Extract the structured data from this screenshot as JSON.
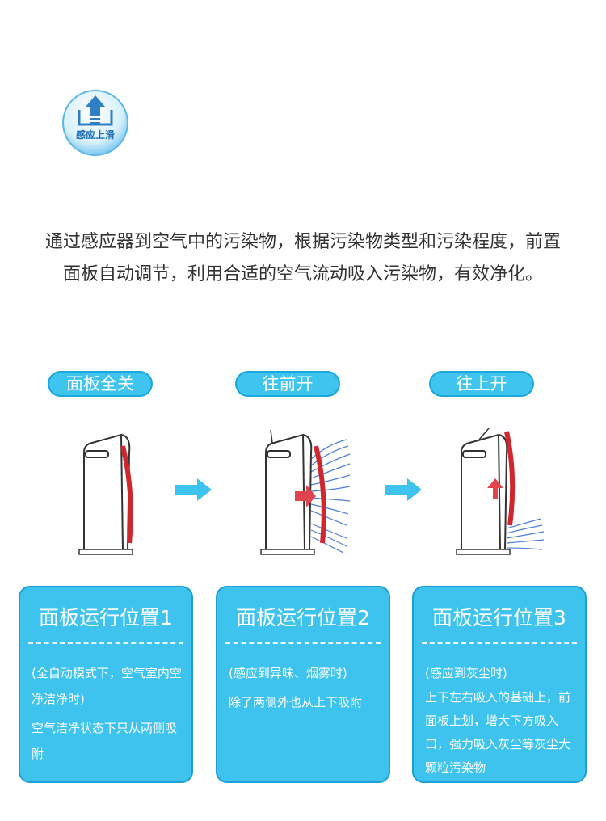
{
  "badge": {
    "label": "感应上滑",
    "icon": "upload-arrow-icon"
  },
  "description": "通过感应器到空气中的污染物，根据污染物类型和污染程度，前置面板自动调节，利用合适的空气流动吸入污染物，有效净化。",
  "modes": [
    {
      "label": "面板全关"
    },
    {
      "label": "往前开"
    },
    {
      "label": "往上开"
    }
  ],
  "cards": [
    {
      "title": "面板运行位置1",
      "condition": "(全自动模式下，空气室内空净洁净时)",
      "detail": "空气洁净状态下只从两侧吸附"
    },
    {
      "title": "面板运行位置2",
      "condition": "(感应到异味、烟雾时)",
      "detail": "除了两侧外也从上下吸附"
    },
    {
      "title": "面板运行位置3",
      "condition": "(感应到灰尘时)",
      "detail": "上下左右吸入的基础上，前面板上划，增大下方吸入口，强力吸入灰尘等灰尘大颗粒污染物"
    }
  ],
  "colors": {
    "accent": "#3ec3ee",
    "accent_border": "#1f9fd6",
    "panel_red": "#d0262e",
    "airflow_blue": "#4a7fd8"
  }
}
